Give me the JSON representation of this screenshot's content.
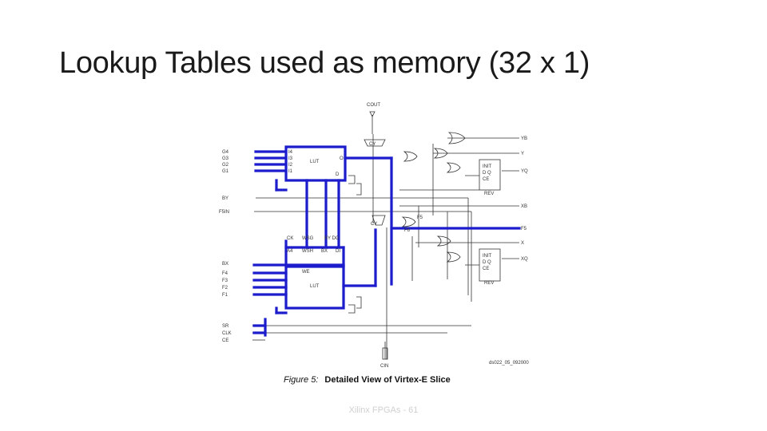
{
  "slide": {
    "title": "Lookup Tables used as memory (32 x 1)",
    "footer": "Xilinx FPGAs - 61"
  },
  "figure": {
    "label": "Figure 5:",
    "caption": "Detailed View of Virtex-E Slice",
    "id_code": "ds022_05_092000"
  },
  "diagram": {
    "lut_label": "LUT",
    "top_inputs": [
      "G4",
      "G3",
      "G2",
      "G1"
    ],
    "mid_inputs": [
      "BY",
      "F5IN"
    ],
    "bottom_inputs": [
      "BX",
      "F4",
      "F3",
      "F2",
      "F1"
    ],
    "control_inputs": [
      "SR",
      "CLK",
      "CE"
    ],
    "outputs": [
      "YB",
      "Y",
      "YQ",
      "XB",
      "F5",
      "X",
      "XQ"
    ],
    "carry_out": "COUT",
    "carry_in": "CIN",
    "ram_ports": [
      "WSG",
      "BY DG",
      "WSH",
      "BX",
      "DI",
      "WE",
      "CK",
      "A4"
    ],
    "lut_pins": [
      "I4",
      "I3",
      "I2",
      "I1",
      "O",
      "D",
      "WE",
      "DI"
    ],
    "ff_labels": [
      "INIT",
      "D Q",
      "CE",
      "REV"
    ],
    "mux_labels": [
      "CY",
      "CY",
      "F5",
      "F6"
    ],
    "colors": {
      "highlight": "#1c1ccc",
      "wire": "#333333"
    }
  }
}
